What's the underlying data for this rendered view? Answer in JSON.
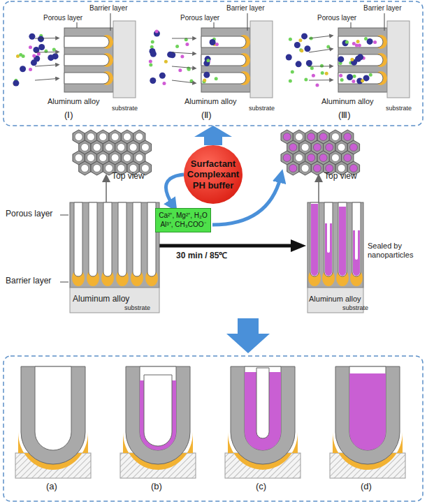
{
  "diagram": {
    "nodes": [
      {
        "text": [
          "Surfactant Complexant PH buffer"
        ]
      },
      {
        "text": [
          "Ca²⁺, Mg²⁺, H₂O Al³⁺, CH₃COO⁻"
        ]
      }
    ],
    "edges": [
      {
        "from": 0,
        "to": 1,
        "arrow": "to"
      }
    ],
    "labels": [
      "Porous layer",
      "Barrier layer",
      "Aluminum alloy",
      "substrate",
      "(Ⅰ)",
      "Porous layer",
      "Barrier layer",
      "Aluminum alloy",
      "substrate",
      "(Ⅱ)",
      "Porous layer",
      "Barrier layer",
      "Aluminum alloy",
      "substrate",
      "(Ⅲ)",
      "Top view",
      "Top view",
      "Porous layer",
      "Barrier layer",
      "Aluminum alloy",
      "substrate",
      "30 min / 85℃",
      "Sealed by nanoparticles",
      "Aluminum alloy",
      "substrate",
      "(a)",
      "(b)",
      "(c)",
      "(d)"
    ]
  }
}
